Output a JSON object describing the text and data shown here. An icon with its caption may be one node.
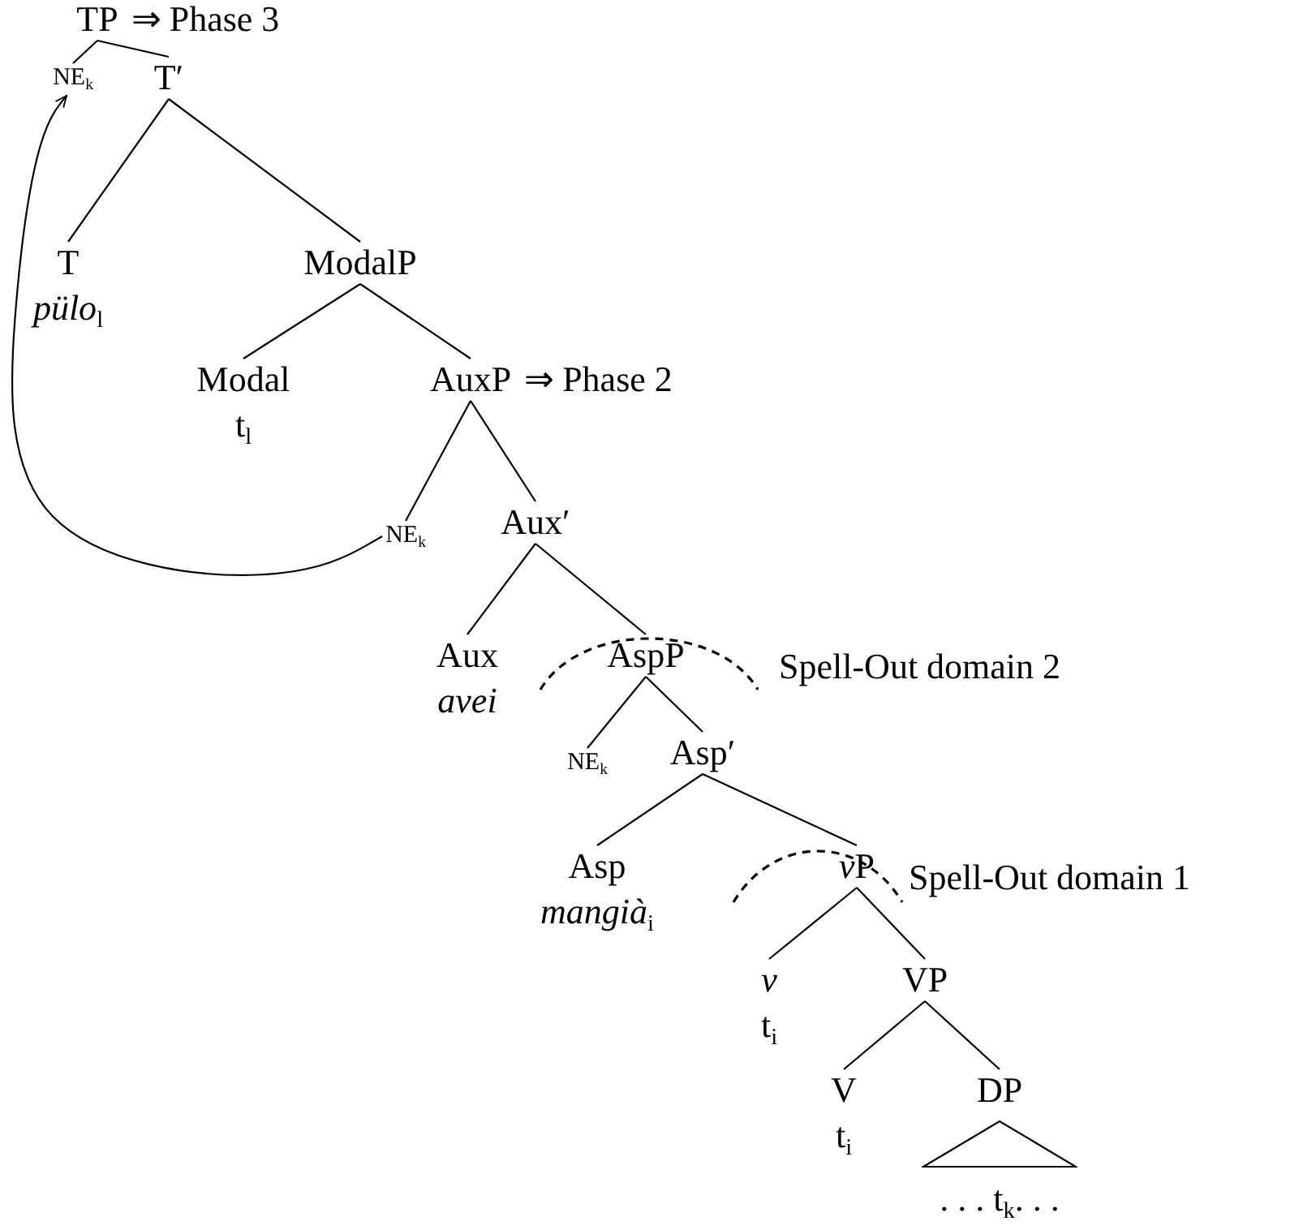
{
  "diagram": {
    "nodes": [
      {
        "text": [
          "TP"
        ],
        "beside": [
          "⇒ Phase 3"
        ]
      },
      {
        "text": [
          "NE$_{k}$"
        ]
      },
      {
        "text": [
          "T′"
        ]
      },
      {
        "text": [
          "T",
          "*pülo*$_{l}$"
        ]
      },
      {
        "text": [
          "ModalP"
        ]
      },
      {
        "text": [
          "Modal",
          "t$_{l}$"
        ]
      },
      {
        "text": [
          "AuxP"
        ],
        "beside": [
          "⇒ Phase 2"
        ]
      },
      {
        "text": [
          "NE$_{k}$"
        ]
      },
      {
        "text": [
          "Aux′"
        ]
      },
      {
        "text": [
          "Aux",
          "avei"
        ]
      },
      {
        "text": [
          "AspP"
        ]
      },
      {
        "text": [
          "NE$_{k}$"
        ]
      },
      {
        "text": [
          "Asp′"
        ]
      },
      {
        "text": [
          "Asp",
          "*mangià*$_{i}$"
        ]
      },
      {
        "text": [
          "vP"
        ]
      },
      {
        "text": [
          "v",
          "t$_{i}$"
        ]
      },
      {
        "text": [
          "VP"
        ]
      },
      {
        "text": [
          "V",
          "t$_{i}$"
        ]
      },
      {
        "text": [
          "DP"
        ]
      },
      {
        "text": [],
        "shape": "triangle",
        "beside": [
          ". . . t$_{k}$. . ."
        ]
      }
    ],
    "edges": [
      {
        "from": 0,
        "to": 1,
        "arrow": "none"
      },
      {
        "from": 0,
        "to": 2,
        "arrow": "none"
      },
      {
        "from": 2,
        "to": 3,
        "arrow": "none"
      },
      {
        "from": 2,
        "to": 4,
        "arrow": "none"
      },
      {
        "from": 4,
        "to": 5,
        "arrow": "none"
      },
      {
        "from": 4,
        "to": 6,
        "arrow": "none"
      },
      {
        "from": 6,
        "to": 7,
        "arrow": "none"
      },
      {
        "from": 6,
        "to": 8,
        "arrow": "none"
      },
      {
        "from": 8,
        "to": 9,
        "arrow": "none"
      },
      {
        "from": 8,
        "to": 10,
        "arrow": "none"
      },
      {
        "from": 10,
        "to": 11,
        "arrow": "none"
      },
      {
        "from": 10,
        "to": 12,
        "arrow": "none"
      },
      {
        "from": 12,
        "to": 13,
        "arrow": "none"
      },
      {
        "from": 12,
        "to": 14,
        "arrow": "none"
      },
      {
        "from": 14,
        "to": 15,
        "arrow": "none"
      },
      {
        "from": 14,
        "to": 16,
        "arrow": "none"
      },
      {
        "from": 16,
        "to": 17,
        "arrow": "none"
      },
      {
        "from": 16,
        "to": 18,
        "arrow": "none"
      },
      {
        "from": 7,
        "to": 1,
        "arrow": "to"
      }
    ],
    "labels": [
      "Spell-Out domain 2",
      "Spell-Out domain 1"
    ]
  }
}
